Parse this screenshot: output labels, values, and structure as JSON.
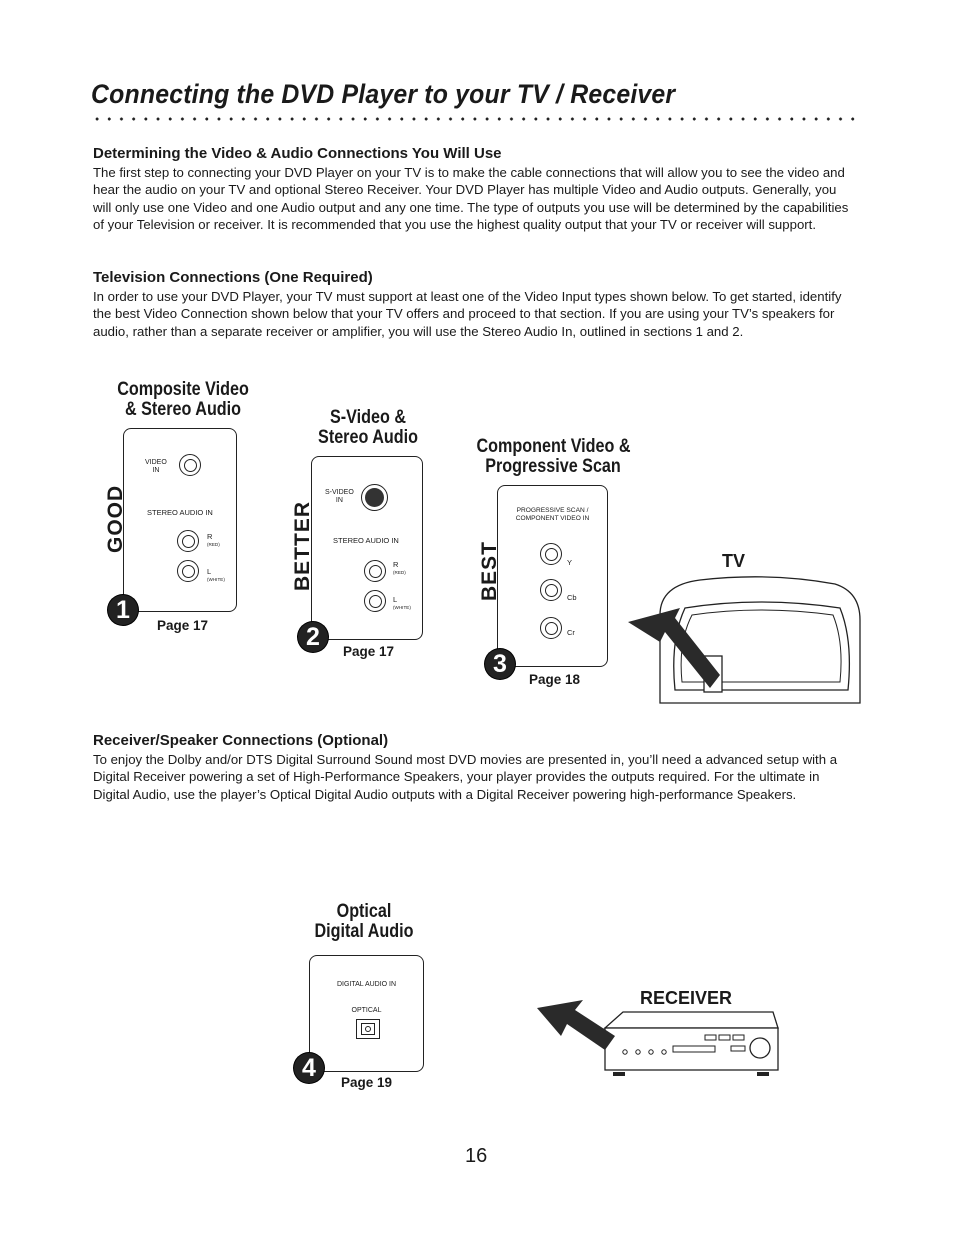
{
  "page": {
    "title": "Connecting the DVD Player to your TV / Receiver",
    "page_number": "16"
  },
  "sections": {
    "determining": {
      "heading": "Determining the Video & Audio Connections You Will Use",
      "body": "The first step to connecting your DVD Player on your TV is to make the cable connections that will allow you to see the video and hear the audio on your TV and optional Stereo Receiver. Your DVD Player has multiple Video and Audio outputs. Generally, you will only use one Video and one Audio output and any one time. The type of outputs you use will be determined by the capabilities of your Television or receiver. It is recommended that you use the highest quality output that your TV or receiver will support."
    },
    "television": {
      "heading": "Television Connections (One Required)",
      "body": "In order to use your DVD Player, your TV must support at least one of the Video Input types shown below. To get started, identify the best Video Connection shown below that your TV offers and proceed to that section. If you are using your TV’s speakers for audio, rather than a separate receiver or amplifier, you will use the Stereo Audio In, outlined in sections 1 and 2."
    },
    "receiver": {
      "heading": "Receiver/Speaker Connections (Optional)",
      "body": "To enjoy the Dolby and/or DTS Digital Surround Sound most DVD movies are presented in, you’ll need a advanced setup with a Digital Receiver powering a set of High-Performance Speakers, your player provides the outputs required. For the ultimate in Digital Audio, use the player’s Optical Digital Audio outputs with a Digital Receiver powering high-performance Speakers."
    }
  },
  "options": {
    "o1": {
      "caption1": "Composite Video",
      "caption2": "& Stereo Audio",
      "rating": "GOOD",
      "badge": "1",
      "page": "Page 17",
      "video_label1": "VIDEO",
      "video_label2": "IN",
      "audio_label": "STEREO  AUDIO  IN",
      "r": "R",
      "r_sub": "(RED)",
      "l": "L",
      "l_sub": "(WHITE)"
    },
    "o2": {
      "caption1": "S-Video &",
      "caption2": "Stereo Audio",
      "rating": "BETTER",
      "badge": "2",
      "page": "Page 17",
      "video_label1": "S-VIDEO",
      "video_label2": "IN",
      "audio_label": "STEREO  AUDIO  IN",
      "r": "R",
      "r_sub": "(RED)",
      "l": "L",
      "l_sub": "(WHITE)"
    },
    "o3": {
      "caption1": "Component Video &",
      "caption2": "Progressive Scan",
      "rating": "BEST",
      "badge": "3",
      "page": "Page 18",
      "label1": "PROGRESSIVE SCAN /",
      "label2": "COMPONENT VIDEO IN",
      "y": "Y",
      "cb": "Cb",
      "cr": "Cr"
    },
    "o4": {
      "caption1": "Optical",
      "caption2": "Digital Audio",
      "badge": "4",
      "page": "Page 19",
      "label1": "DIGITAL AUDIO  IN",
      "label2": "OPTICAL"
    }
  },
  "devices": {
    "tv": "TV",
    "receiver": "RECEIVER"
  }
}
